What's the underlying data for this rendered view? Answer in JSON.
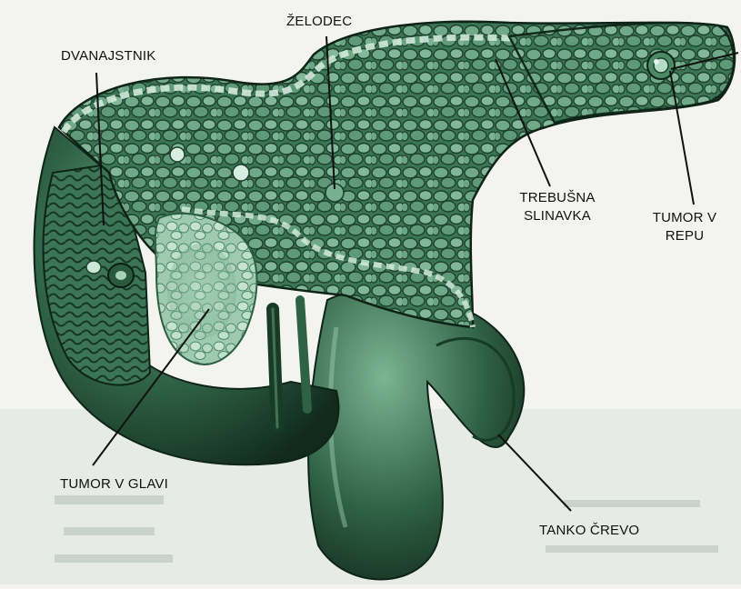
{
  "labels": {
    "duodenum": "DVANAJSTNIK",
    "stomach": "ŽELODEC",
    "pancreas_line1": "TREBUŠNA",
    "pancreas_line2": "SLINAVKA",
    "tail_tumor_line1": "TUMOR V",
    "tail_tumor_line2": "REPU",
    "head_tumor": "TUMOR V GLAVI",
    "small_intestine": "TANKO ČREVO"
  },
  "colors": {
    "organ_dark": "#1d3f2c",
    "organ_mid": "#3c7a56",
    "organ_light": "#8fc1a2",
    "lobule_highlight": "#cfe6d7",
    "page_bg": "#f3f4f0",
    "leader_line": "#111111"
  }
}
